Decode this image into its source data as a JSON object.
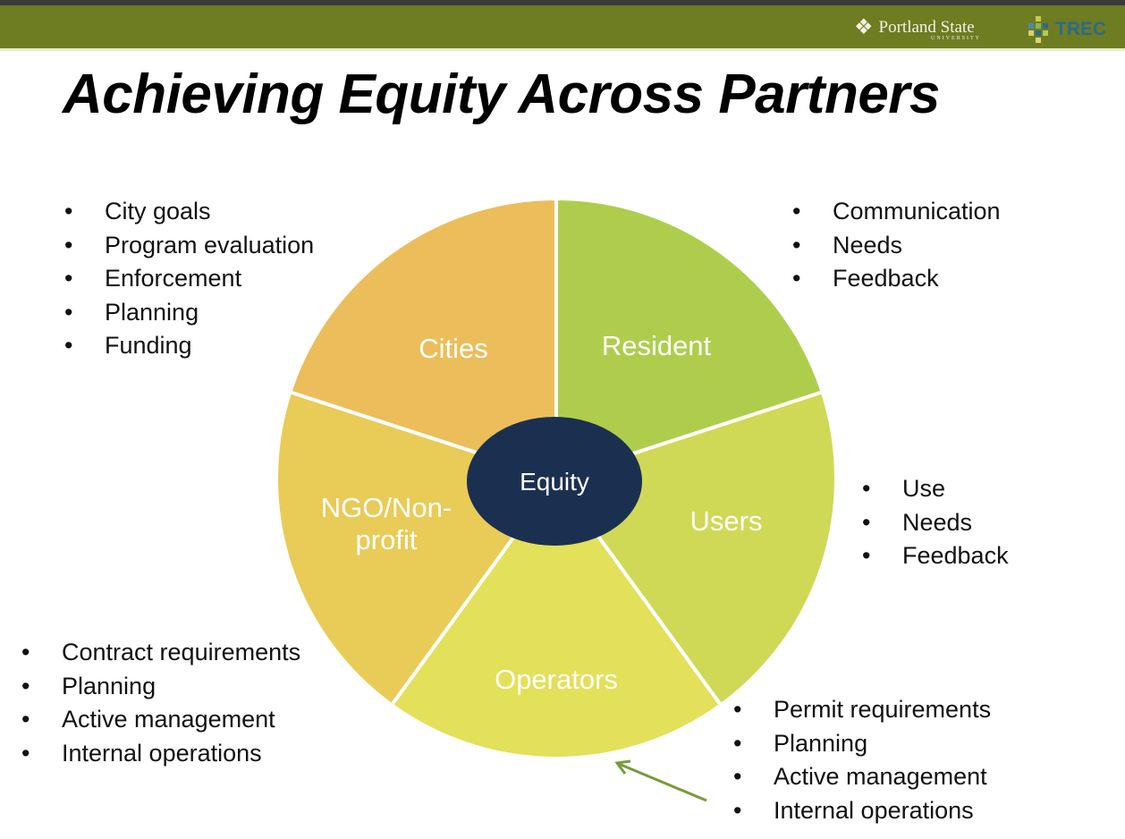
{
  "header": {
    "logo_psu": "Portland State",
    "logo_psu_sub": "UNIVERSITY",
    "logo_trec": "TREC",
    "bar_color": "#6e7c22"
  },
  "title": "Achieving Equity Across Partners",
  "center": {
    "label": "Equity",
    "color": "#1b3050"
  },
  "segments": [
    {
      "label": "Resident",
      "color": "#afcd4d"
    },
    {
      "label": "Users",
      "color": "#cfd956"
    },
    {
      "label": "Operators",
      "color": "#e3e05a"
    },
    {
      "label_line1": "NGO/Non-",
      "label_line2": "profit",
      "color": "#e9cb58"
    },
    {
      "label": "Cities",
      "color": "#ecbd5b"
    }
  ],
  "lists": {
    "cities": [
      "City goals",
      "Program evaluation",
      "Enforcement",
      "Planning",
      "Funding"
    ],
    "resident": [
      "Communication",
      "Needs",
      "Feedback"
    ],
    "users": [
      "Use",
      "Needs",
      "Feedback"
    ],
    "ngo": [
      "Contract requirements",
      "Planning",
      "Active management",
      "Internal operations"
    ],
    "operators": [
      "Permit requirements",
      "Planning",
      "Active management",
      "Internal operations"
    ]
  },
  "arrow_color": "#7a9a3a"
}
